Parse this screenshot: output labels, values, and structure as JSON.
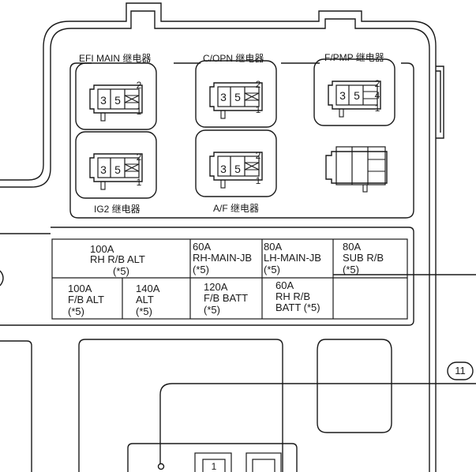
{
  "relays": [
    {
      "label": "EFI MAIN 继电器",
      "pins": [
        "3",
        "5",
        "2",
        "1"
      ]
    },
    {
      "label": "C/OPN 继电器",
      "pins": [
        "3",
        "5",
        "2",
        "1"
      ]
    },
    {
      "label": "F/PMP 继电器",
      "pins": [
        "3",
        "5",
        "2",
        "4",
        "1"
      ]
    },
    {
      "label": "IG2 继电器",
      "pins": [
        "3",
        "5",
        "2",
        "1"
      ]
    },
    {
      "label": "A/F 继电器",
      "pins": [
        "3",
        "5",
        "2",
        "1"
      ]
    }
  ],
  "fuses": {
    "top": [
      {
        "amp": "100A",
        "name": "RH R/B ALT",
        "note": "(*5)"
      },
      {
        "amp": "60A",
        "name": "RH-MAIN-JB",
        "note": "(*5)"
      },
      {
        "amp": "80A",
        "name": "LH-MAIN-JB",
        "note": "(*5)"
      },
      {
        "amp": "80A",
        "name": "SUB R/B",
        "note": "(*5)"
      }
    ],
    "bottom": [
      {
        "amp": "100A",
        "name": "F/B ALT",
        "note": "(*5)"
      },
      {
        "amp": "140A",
        "name": "ALT",
        "note": "(*5)"
      },
      {
        "amp": "120A",
        "name": "F/B BATT",
        "note": "(*5)"
      },
      {
        "amp": "60A",
        "name": "RH R/B",
        "note": "BATT (*5)"
      }
    ]
  },
  "callout": "11",
  "lower_fuse": "1"
}
